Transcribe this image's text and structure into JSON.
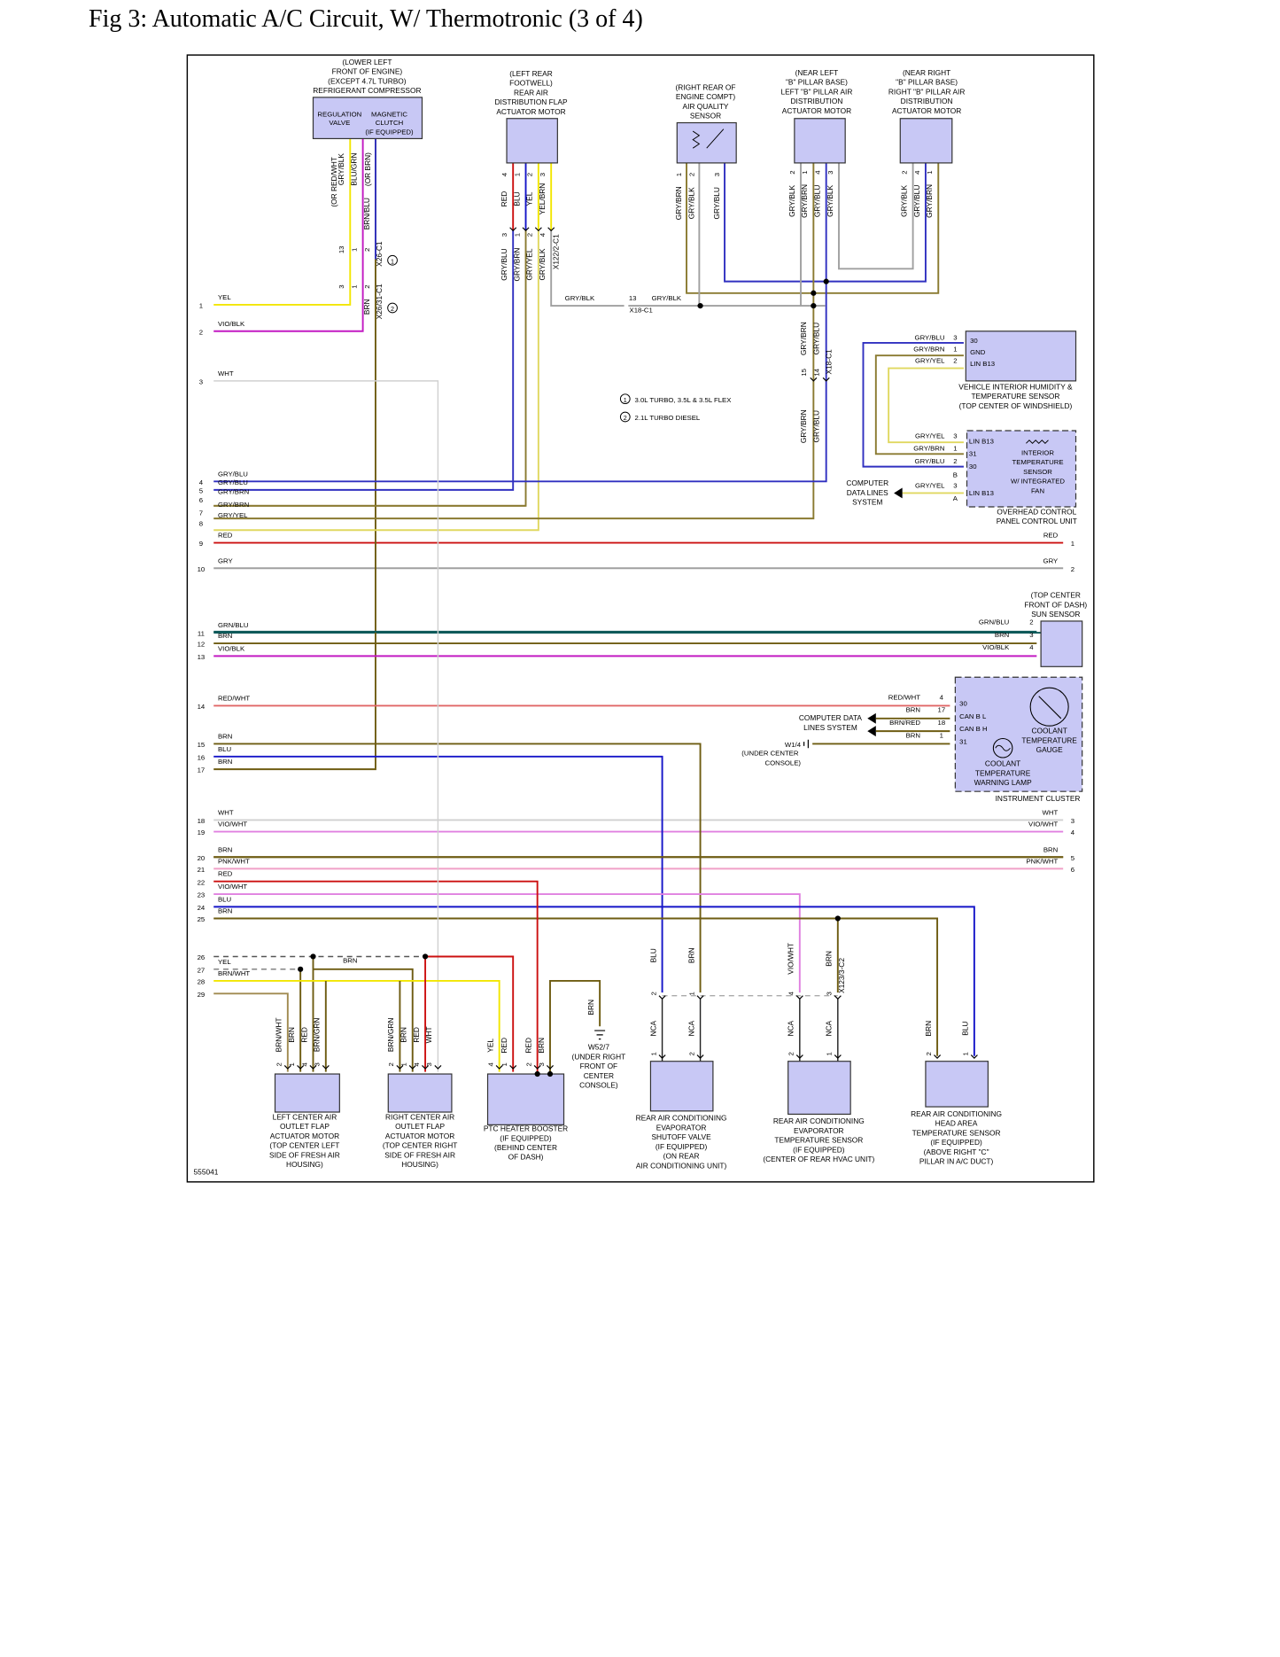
{
  "title": "Fig 3: Automatic A/C Circuit, W/ Thermotronic (3 of 4)",
  "figure_id": "555041",
  "colors": {
    "YEL": "#f2e600",
    "VIO/BLK": "#c21ac2",
    "WHT": "#d0d0d0",
    "GRY/BLU": "#3030c0",
    "GRY/BRN": "#8a7a30",
    "GRY/YEL": "#e0d860",
    "RED": "#cc1010",
    "GRY": "#a0a0a0",
    "GRN/BLU": "#0f5a5a",
    "BRN": "#6e5c12",
    "RED/WHT": "#e06666",
    "BLU": "#1515c8",
    "PNK/WHT": "#f0a0c8",
    "VIO/WHT": "#e080e0",
    "BRN/WHT": "#a08a50",
    "component": "#c8c8f5",
    "component_stroke": "#333333"
  },
  "left_wires": [
    {
      "pin": "1",
      "color": "YEL"
    },
    {
      "pin": "2",
      "color": "VIO/BLK"
    },
    {
      "pin": "3",
      "color": "WHT"
    },
    {
      "pin": "4",
      "color": "GRY/BLU"
    },
    {
      "pin": "5",
      "color": "GRY/BLU"
    },
    {
      "pin": "6",
      "color": "GRY/BRN"
    },
    {
      "pin": "7",
      "color": "GRY/BRN"
    },
    {
      "pin": "8",
      "color": "GRY/YEL"
    },
    {
      "pin": "9",
      "color": "RED"
    },
    {
      "pin": "10",
      "color": "GRY"
    },
    {
      "pin": "11",
      "color": "GRN/BLU"
    },
    {
      "pin": "12",
      "color": "BRN"
    },
    {
      "pin": "13",
      "color": "VIO/BLK"
    },
    {
      "pin": "14",
      "color": "RED/WHT"
    },
    {
      "pin": "15",
      "color": "BRN"
    },
    {
      "pin": "16",
      "color": "BLU"
    },
    {
      "pin": "17",
      "color": "BRN"
    },
    {
      "pin": "18",
      "color": "WHT"
    },
    {
      "pin": "19",
      "color": "VIO/WHT"
    },
    {
      "pin": "20",
      "color": "BRN"
    },
    {
      "pin": "21",
      "color": "PNK/WHT"
    },
    {
      "pin": "22",
      "color": "RED"
    },
    {
      "pin": "23",
      "color": "VIO/WHT"
    },
    {
      "pin": "24",
      "color": "BLU"
    },
    {
      "pin": "25",
      "color": "BRN"
    },
    {
      "pin": "26",
      "color": ""
    },
    {
      "pin": "27",
      "color": "YEL"
    },
    {
      "pin": "28",
      "color": "BRN/WHT"
    },
    {
      "pin": "29",
      "color": ""
    }
  ],
  "right_wires": [
    {
      "pin": "1",
      "color": "RED"
    },
    {
      "pin": "2",
      "color": "GRY"
    },
    {
      "pin": "3",
      "color": "WHT"
    },
    {
      "pin": "4",
      "color": "VIO/WHT"
    },
    {
      "pin": "5",
      "color": "BRN"
    },
    {
      "pin": "6",
      "color": "PNK/WHT"
    }
  ],
  "components": {
    "compressor": {
      "caption": [
        "(LOWER LEFT",
        "FRONT OF ENGINE)",
        "(EXCEPT 4.7L TURBO)",
        "REFRIGERANT COMPRESSOR"
      ],
      "inner": [
        "REGULATION",
        "VALVE",
        "MAGNETIC",
        "CLUTCH",
        "(IF EQUIPPED)"
      ],
      "wires": [
        "(OR RED/WHT",
        "GRY/BLK",
        "BLU/GRN",
        "(OR BRN)"
      ],
      "pins": [
        "3",
        "1",
        "2"
      ],
      "lower_wire": "BRN/BLU",
      "conn1": "X26-C1",
      "conn2": "X26/31-C1",
      "conn_pins": [
        "13",
        "1",
        "2",
        "3",
        "1",
        "2"
      ],
      "lower_conn_wire": "BRN"
    },
    "left_rear_actuator": {
      "caption": [
        "(LEFT REAR",
        "FOOTWELL)",
        "REAR AIR",
        "DISTRIBUTION FLAP",
        "ACTUATOR MOTOR"
      ],
      "wires": [
        "RED",
        "BLU",
        "YEL",
        "YEL/BRN"
      ],
      "pins": [
        "4",
        "1",
        "2",
        "3"
      ],
      "lower_wires": [
        "GRY/BLU",
        "GRY/BRN",
        "GRY/YEL",
        "GRY/BLK"
      ],
      "lower_pins": [
        "3",
        "1",
        "2",
        "4"
      ],
      "conn": "X122/2-C1"
    },
    "air_quality": {
      "caption": [
        "(RIGHT REAR OF",
        "ENGINE COMPT)",
        "AIR QUALITY",
        "SENSOR"
      ],
      "wires": [
        "GRY/BRN",
        "GRY/BLK",
        "GRY/BLU"
      ],
      "pins": [
        "1",
        "2",
        "3"
      ]
    },
    "left_b_pillar": {
      "caption": [
        "(NEAR LEFT",
        "\"B\" PILLAR BASE)",
        "LEFT \"B\" PILLAR AIR",
        "DISTRIBUTION",
        "ACTUATOR MOTOR"
      ],
      "wires": [
        "GRY/BLK",
        "GRY/BRN",
        "GRY/BLU",
        "GRY/BLK"
      ],
      "pins": [
        "2",
        "1",
        "4",
        "3"
      ]
    },
    "right_b_pillar": {
      "caption": [
        "(NEAR RIGHT",
        "\"B\" PILLAR BASE)",
        "RIGHT \"B\" PILLAR AIR",
        "DISTRIBUTION",
        "ACTUATOR MOTOR"
      ],
      "wires": [
        "GRY/BLK",
        "GRY/BLU",
        "GRY/BRN"
      ],
      "pins": [
        "2",
        "4",
        "1"
      ]
    },
    "x18": {
      "label": "X18-C1",
      "pin": "13",
      "wire_left": "GRY/BLK",
      "wire_right": "GRY/BLK",
      "vert_conn": "X18-C1",
      "vert_pins": [
        "15",
        "14"
      ],
      "vert_wires": [
        "GRY/BRN",
        "GRY/BLU"
      ],
      "lower_wires": [
        "GRY/BRN",
        "GRY/BLU"
      ]
    },
    "notes": [
      {
        "num": "1",
        "text": "3.0L TURBO, 3.5L & 3.5L FLEX"
      },
      {
        "num": "2",
        "text": "2.1L TURBO DIESEL"
      }
    ],
    "humidity_sensor": {
      "caption": [
        "VEHICLE INTERIOR HUMIDITY &",
        "TEMPERATURE SENSOR",
        "(TOP CENTER OF WINDSHIELD)"
      ],
      "rows": [
        {
          "wire": "GRY/BLU",
          "pin": "3",
          "term": "30"
        },
        {
          "wire": "GRY/BRN",
          "pin": "1",
          "term": "GND"
        },
        {
          "wire": "GRY/YEL",
          "pin": "2",
          "term": "LIN B13"
        }
      ]
    },
    "overhead": {
      "caption": [
        "OVERHEAD CONTROL",
        "PANEL CONTROL UNIT"
      ],
      "inner": [
        "INTERIOR",
        "TEMPERATURE",
        "SENSOR",
        "W/ INTEGRATED",
        "FAN"
      ],
      "rows": [
        {
          "wire": "GRY/YEL",
          "pin": "3",
          "term": "LIN B13"
        },
        {
          "wire": "GRY/BRN",
          "pin": "1",
          "term": "31"
        },
        {
          "wire": "GRY/BLU",
          "pin": "2",
          "term": "30"
        }
      ],
      "side_letters": [
        "B",
        "A"
      ],
      "lin_row": {
        "wire": "GRY/YEL",
        "pin": "3",
        "term": "LIN B13"
      },
      "data_lines": [
        "COMPUTER",
        "DATA LINES",
        "SYSTEM"
      ]
    },
    "sun_sensor": {
      "caption": [
        "(TOP CENTER",
        "FRONT OF DASH)",
        "SUN SENSOR"
      ],
      "rows": [
        {
          "wire": "GRN/BLU",
          "pin": "2"
        },
        {
          "wire": "BRN",
          "pin": "3"
        },
        {
          "wire": "VIO/BLK",
          "pin": "4"
        }
      ]
    },
    "cluster": {
      "caption": "INSTRUMENT CLUSTER",
      "rows": [
        {
          "wire": "RED/WHT",
          "pin": "4",
          "term": "30"
        },
        {
          "wire": "BRN",
          "pin": "17",
          "term": "CAN B L"
        },
        {
          "wire": "BRN/RED",
          "pin": "18",
          "term": "CAN B H"
        },
        {
          "wire": "BRN",
          "pin": "1",
          "term": "31"
        }
      ],
      "gauge": [
        "COOLANT",
        "TEMPERATURE",
        "GAUGE"
      ],
      "lamp": [
        "COOLANT",
        "TEMPERATURE",
        "WARNING LAMP"
      ],
      "data_lines": [
        "COMPUTER DATA",
        "LINES SYSTEM"
      ],
      "ground": [
        "W1/4",
        "(UNDER CENTER",
        "CONSOLE)"
      ]
    },
    "left_center": {
      "caption": [
        "LEFT CENTER AIR",
        "OUTLET FLAP",
        "ACTUATOR MOTOR",
        "(TOP CENTER LEFT",
        "SIDE OF FRESH AIR",
        "HOUSING)"
      ],
      "wires": [
        "BRN/WHT",
        "BRN",
        "RED",
        "BRN/GRN"
      ],
      "pins": [
        "2",
        "1",
        "4",
        "3"
      ]
    },
    "right_center": {
      "caption": [
        "RIGHT CENTER AIR",
        "OUTLET FLAP",
        "ACTUATOR MOTOR",
        "(TOP CENTER RIGHT",
        "SIDE OF FRESH AIR",
        "HOUSING)"
      ],
      "wires": [
        "BRN/GRN",
        "BRN",
        "RED",
        "WHT"
      ],
      "pins": [
        "2",
        "1",
        "4",
        "3"
      ]
    },
    "ptc": {
      "caption": [
        "PTC HEATER BOOSTER",
        "(IF EQUIPPED)",
        "(BEHIND CENTER",
        "OF DASH)"
      ],
      "wires": [
        "YEL",
        "RED",
        "RED",
        "BRN"
      ],
      "pins": [
        "4",
        "1",
        "2",
        "3"
      ]
    },
    "ground_w52": {
      "wire": "BRN",
      "caption": [
        "W52/7",
        "(UNDER RIGHT",
        "FRONT OF",
        "CENTER",
        "CONSOLE)"
      ]
    },
    "shutoff_valve": {
      "caption": [
        "REAR AIR CONDITIONING",
        "EVAPORATOR",
        "SHUTOFF VALVE",
        "(IF EQUIPPED)",
        "(ON REAR",
        "AIR CONDITIONING UNIT)"
      ],
      "wires": [
        "NCA",
        "NCA"
      ],
      "pins": [
        "1",
        "2"
      ],
      "upper_wires": [
        "BLU",
        "BRN"
      ],
      "upper_pins": [
        "2",
        "1"
      ]
    },
    "evap_temp": {
      "caption": [
        "REAR AIR CONDITIONING",
        "EVAPORATOR",
        "TEMPERATURE SENSOR",
        "(IF EQUIPPED)",
        "(CENTER OF REAR HVAC UNIT)"
      ],
      "wires": [
        "NCA",
        "NCA"
      ],
      "pins": [
        "2",
        "1"
      ],
      "upper_wires": [
        "VIO/WHT",
        "BRN"
      ],
      "upper_pins": [
        "4",
        "3"
      ],
      "conn": "X123/3-C2"
    },
    "head_area": {
      "caption": [
        "REAR AIR CONDITIONING",
        "HEAD AREA",
        "TEMPERATURE SENSOR",
        "(IF EQUIPPED)",
        "(ABOVE RIGHT \"C\"",
        "PILLAR IN A/C DUCT)"
      ],
      "wires": [
        "BRN",
        "BLU"
      ],
      "pins": [
        "2",
        "1"
      ]
    },
    "misc_wire_labels": {
      "brn_bus26": "BRN"
    }
  }
}
